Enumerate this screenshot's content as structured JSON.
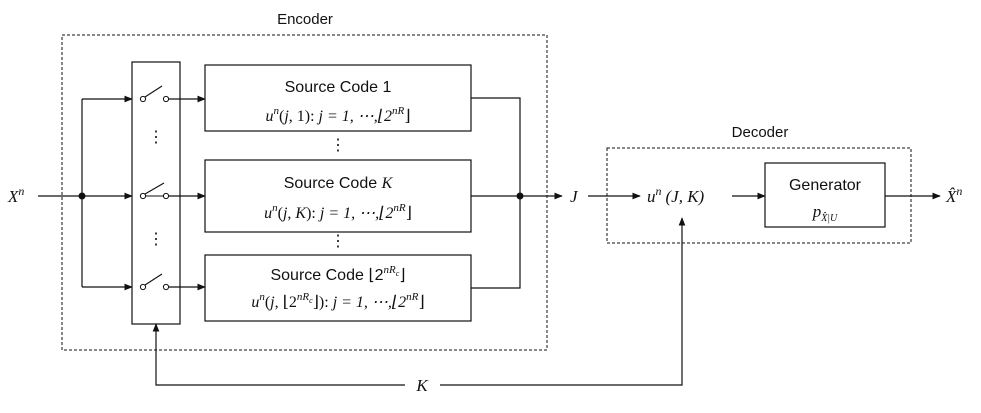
{
  "encoder": {
    "title": "Encoder",
    "input_label": "X",
    "input_sup": "n",
    "codes": [
      {
        "title": "Source Code 1",
        "formula": "j = 1, ⋯,⌊2",
        "index": "1"
      },
      {
        "title_prefix": "Source Code ",
        "title_var": "K",
        "formula": "j = 1, ⋯,⌊2",
        "index": "K"
      },
      {
        "title_prefix": "Source Code ⌊2",
        "title_sup": "nR",
        "title_sub": "c",
        "title_suffix": "⌋",
        "formula": "j = 1, ⋯,⌊2"
      }
    ],
    "rate_sup": "nR",
    "codeword_u": "u",
    "codeword_sup": "n",
    "dots": "⋮",
    "output_label": "J"
  },
  "decoder": {
    "title": "Decoder",
    "lookup_u": "u",
    "lookup_sup": "n",
    "lookup_args": "(J, K)",
    "generator_title": "Generator",
    "generator_p": "p",
    "generator_sub": "X̂|U",
    "output_label": "X̂",
    "output_sup": "n"
  },
  "key_label": "K"
}
